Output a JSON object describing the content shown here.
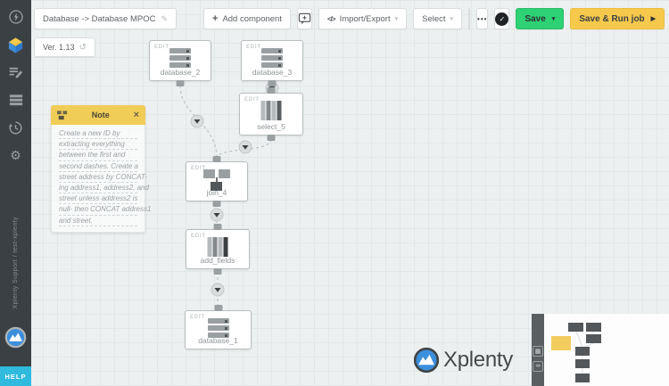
{
  "toolbar": {
    "title": "Database -> Database MPOC",
    "version": "Ver. 1.13",
    "add_component": "Add component",
    "import_export": "Import/Export",
    "select": "Select",
    "save": "Save",
    "save_and_run": "Save & Run job"
  },
  "icons": {
    "plus": "+",
    "caret_down": "▾",
    "pencil": "✎",
    "restore": "↺",
    "ellipsis": "•••",
    "check": "✓",
    "close": "×",
    "play": "▶",
    "code": "</>",
    "gear": "⚙",
    "map_grid": "▦",
    "code_small": "<>"
  },
  "note": {
    "title": "Note",
    "text": "Create a new ID by extracting everything between the first and second dashes. Create a street address by CONCAT-ing address1, address2, and street unless address2 is null- then CONCAT address1 and street.",
    "lines": [
      "Create a new ID by",
      "extracting everything",
      "between the first and",
      "second dashes. Create a",
      "street address by CONCAT-",
      "ing address1, address2, and",
      "street unless address2 is",
      "null- then CONCAT address1",
      "and street."
    ]
  },
  "canvas": {
    "edit_label": "EDIT",
    "nodes": [
      {
        "id": "database_2",
        "label": "database_2",
        "type": "database-source"
      },
      {
        "id": "database_3",
        "label": "database_3",
        "type": "database-source"
      },
      {
        "id": "select_5",
        "label": "select_5",
        "type": "select"
      },
      {
        "id": "join_4",
        "label": "join_4",
        "type": "join"
      },
      {
        "id": "add_fields",
        "label": "add_fields",
        "type": "select"
      },
      {
        "id": "database_1",
        "label": "database_1",
        "type": "database-destination"
      }
    ],
    "connections": [
      {
        "from": "database_2",
        "to": "join_4"
      },
      {
        "from": "database_3",
        "to": "select_5"
      },
      {
        "from": "select_5",
        "to": "join_4"
      },
      {
        "from": "join_4",
        "to": "add_fields"
      },
      {
        "from": "add_fields",
        "to": "database_1"
      }
    ]
  },
  "sidebar": {
    "workspace": "Xplenty Support / test-xplenty",
    "help": "HELP",
    "icon_names": [
      "dashboard-bolt",
      "packages",
      "jobs-edit",
      "clusters-list",
      "schedules-history",
      "settings-gear"
    ]
  },
  "watermark": {
    "brand": "Xplenty"
  },
  "colors": {
    "save_green": "#2ed173",
    "run_yellow": "#f6c94c",
    "note_yellow": "#f0cd57",
    "help_cyan": "#2fbade",
    "sidebar_dark": "#3b4044",
    "brand_blue": "#3b8fdc",
    "canvas_bg": "#edf0f0"
  }
}
